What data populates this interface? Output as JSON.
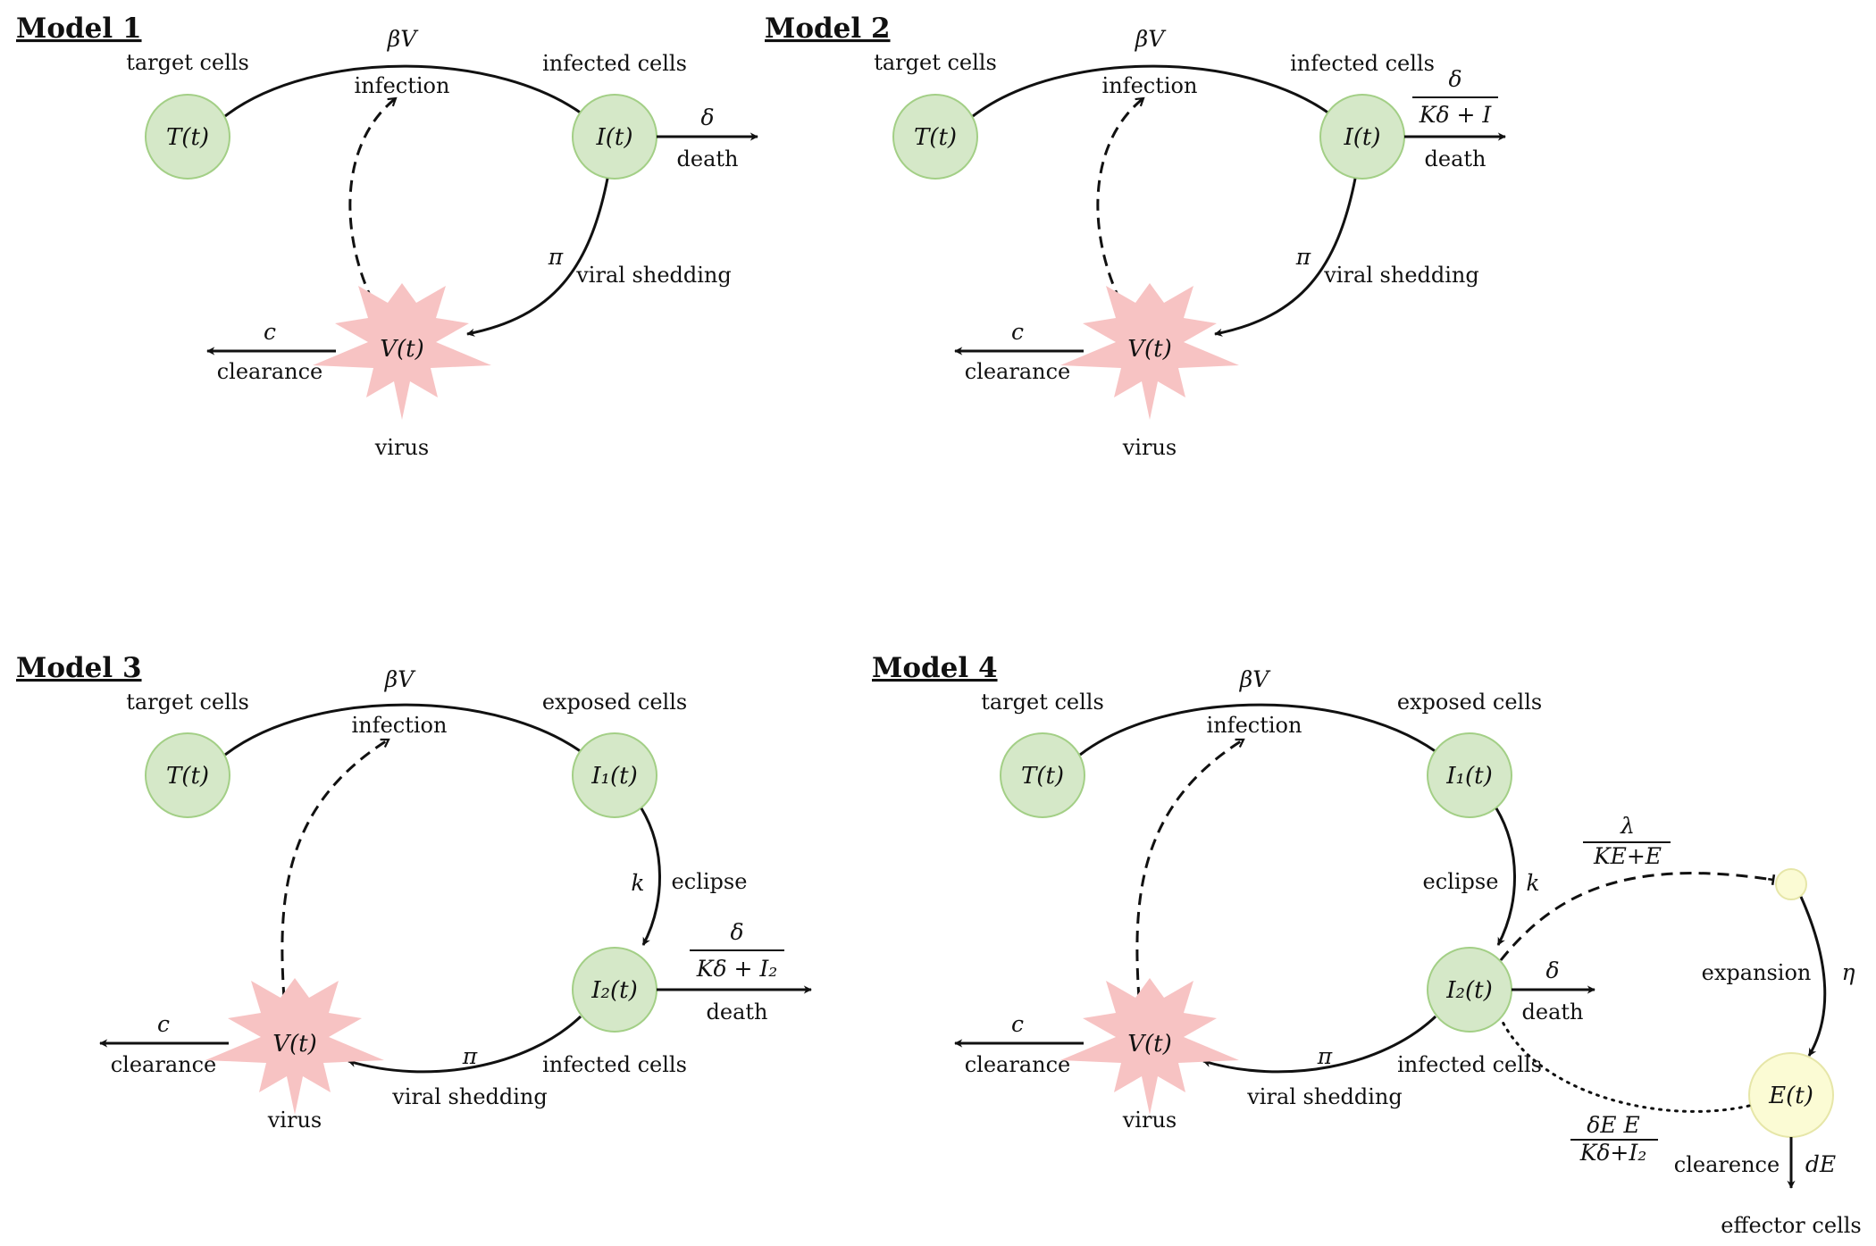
{
  "model1": {
    "title": "Model 1",
    "label_target": "target cells",
    "label_infected": "infected cells",
    "rate_infection": "βV",
    "label_infection": "infection",
    "node_T": "T(t)",
    "node_I": "I(t)",
    "rate_death": "δ",
    "label_death": "death",
    "rate_shedding": "π",
    "label_shedding": "viral shedding",
    "node_V": "V(t)",
    "rate_clearance": "c",
    "label_clearance": "clearance",
    "label_virus": "virus"
  },
  "model2": {
    "title": "Model 2",
    "label_target": "target cells",
    "label_infected": "infected cells",
    "rate_infection": "βV",
    "label_infection": "infection",
    "node_T": "T(t)",
    "node_I": "I(t)",
    "rate_death_num": "δ",
    "rate_death_den": "Kδ + I",
    "label_death": "death",
    "rate_shedding": "π",
    "label_shedding": "viral shedding",
    "node_V": "V(t)",
    "rate_clearance": "c",
    "label_clearance": "clearance",
    "label_virus": "virus"
  },
  "model3": {
    "title": "Model 3",
    "label_target": "target cells",
    "label_exposed": "exposed cells",
    "rate_infection": "βV",
    "label_infection": "infection",
    "node_T": "T(t)",
    "node_I1": "I₁(t)",
    "rate_eclipse": "k",
    "label_eclipse": "eclipse",
    "node_I2": "I₂(t)",
    "rate_death_num": "δ",
    "rate_death_den": "Kδ + I₂",
    "label_death": "death",
    "label_infected": "infected cells",
    "rate_shedding": "π",
    "label_shedding": "viral shedding",
    "node_V": "V(t)",
    "rate_clearance": "c",
    "label_clearance": "clearance",
    "label_virus": "virus"
  },
  "model4": {
    "title": "Model 4",
    "label_target": "target cells",
    "label_exposed": "exposed cells",
    "rate_infection": "βV",
    "label_infection": "infection",
    "node_T": "T(t)",
    "node_I1": "I₁(t)",
    "rate_eclipse": "k",
    "label_eclipse": "eclipse",
    "node_I2": "I₂(t)",
    "rate_death": "δ",
    "label_death": "death",
    "label_infected": "infected cells",
    "rate_shedding": "π",
    "label_shedding": "viral shedding",
    "node_V": "V(t)",
    "rate_clearance": "c",
    "label_clearance": "clearance",
    "label_virus": "virus",
    "rate_stim_num": "λ",
    "rate_stim_den": "KE+E",
    "label_expansion": "expansion",
    "rate_expansion": "η",
    "node_E": "E(t)",
    "rate_kill_num": "δE E",
    "rate_kill_den": "Kδ+I₂",
    "label_clearence": "clearence",
    "rate_dE": "dE",
    "label_effector": "effector cells"
  }
}
